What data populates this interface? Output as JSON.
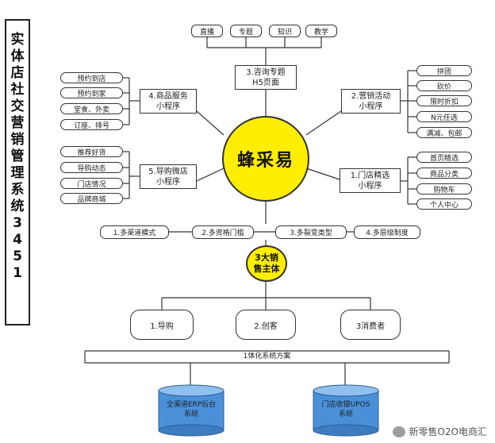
{
  "sidebar": {
    "chars": [
      "实",
      "体",
      "店",
      "社",
      "交",
      "营",
      "销",
      "管",
      "理",
      "系",
      "统",
      "3",
      "4",
      "5",
      "1"
    ]
  },
  "center": "蜂采易",
  "content_tags": [
    "直播",
    "专题",
    "知识",
    "教学"
  ],
  "apps": {
    "h5": {
      "line1": "3.咨询专题",
      "line2": "H5页面"
    },
    "goods": {
      "line1": "4.商品服务",
      "line2": "小程序"
    },
    "marketing": {
      "line1": "2.营销活动",
      "line2": "小程序"
    },
    "guide": {
      "line1": "5.导购微店",
      "line2": "小程序"
    },
    "store": {
      "line1": "1.门店精选",
      "line2": "小程序"
    }
  },
  "goods_items": [
    "预约到店",
    "预约到家",
    "堂食、外卖",
    "订座、排号"
  ],
  "marketing_items": [
    "拼团",
    "砍价",
    "限时折扣",
    "N元任选",
    "满减、包邮"
  ],
  "guide_items": [
    "推荐好货",
    "导购动态",
    "门店情况",
    "品牌商城"
  ],
  "store_items": [
    "首页精选",
    "商品分类",
    "购物车",
    "个人中心"
  ],
  "modes": [
    "1.多渠道模式",
    "2.多资格门槛",
    "3.多裂变类型",
    "4.多层级制度"
  ],
  "sales_hub": {
    "line1": "3大销",
    "line2": "售主体"
  },
  "entities": [
    "1.导购",
    "2.创客",
    "3消费者"
  ],
  "integration": "1体化系统方案",
  "databases": [
    {
      "line1": "全渠道ERP后台",
      "line2": "系统"
    },
    {
      "line1": "门店收银UPOS",
      "line2": "系统"
    }
  ],
  "watermark": "新零售O2O电商汇",
  "colors": {
    "hub": "#ffee00",
    "database": "#4a90d9",
    "line": "#333333"
  }
}
